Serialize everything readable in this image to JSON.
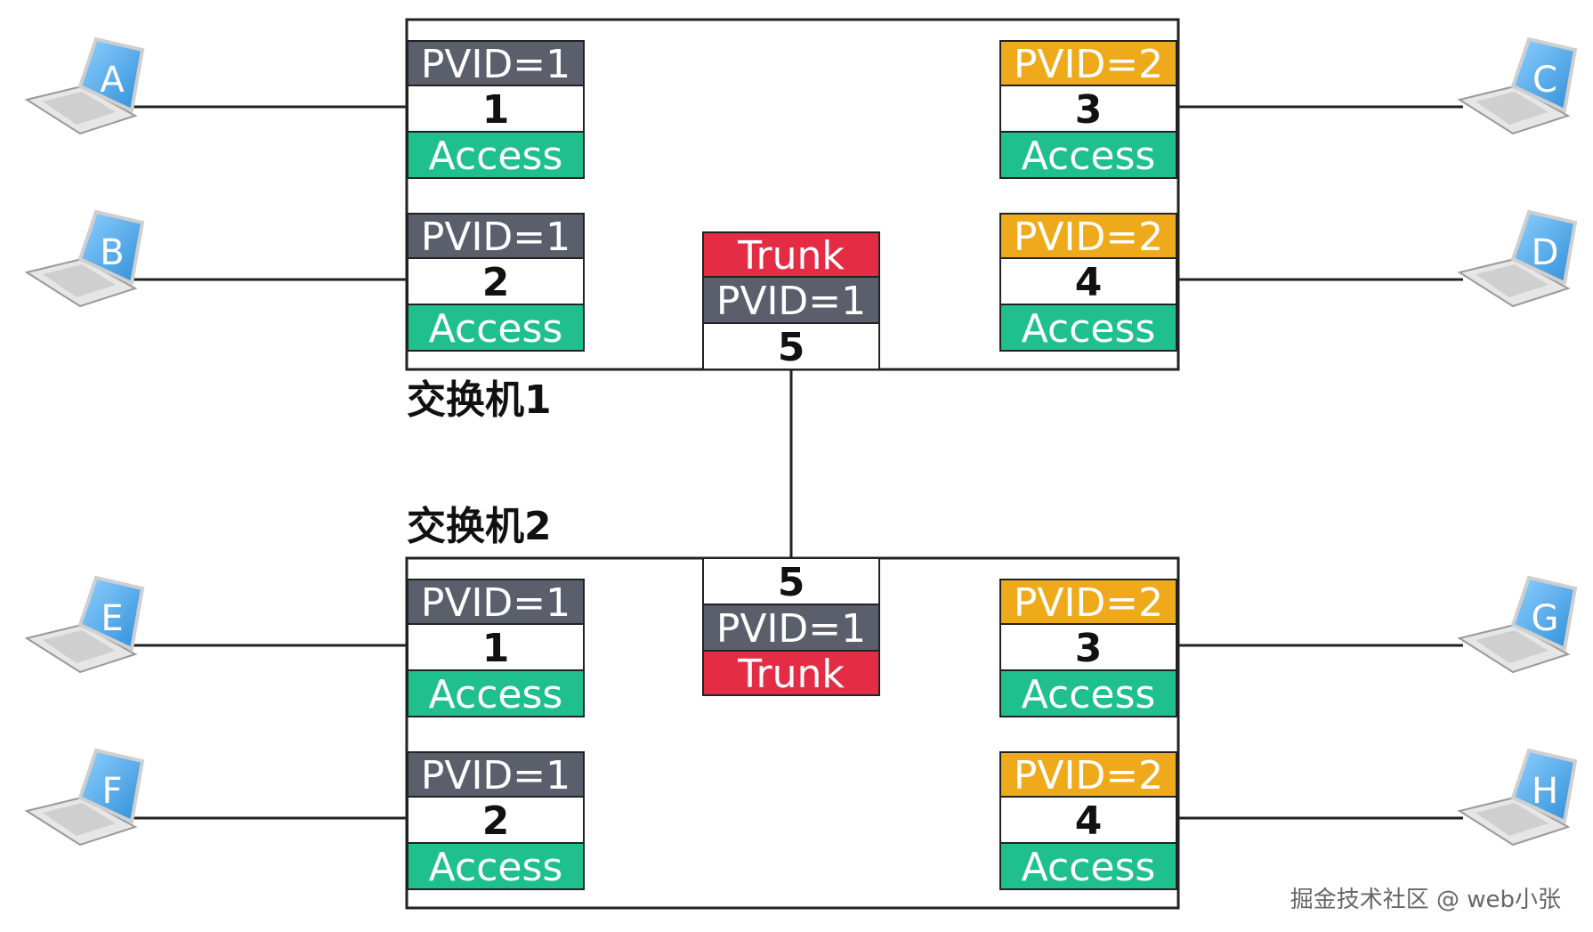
{
  "switches": [
    {
      "label": "交换机1",
      "ports": [
        {
          "pvid": "PVID=1",
          "number": "1",
          "mode": "Access",
          "vlan": 1,
          "side": "left",
          "row": "top",
          "host": "A"
        },
        {
          "pvid": "PVID=1",
          "number": "2",
          "mode": "Access",
          "vlan": 1,
          "side": "left",
          "row": "bottom",
          "host": "B"
        },
        {
          "pvid": "PVID=2",
          "number": "3",
          "mode": "Access",
          "vlan": 2,
          "side": "right",
          "row": "top",
          "host": "C"
        },
        {
          "pvid": "PVID=2",
          "number": "4",
          "mode": "Access",
          "vlan": 2,
          "side": "right",
          "row": "bottom",
          "host": "D"
        }
      ],
      "trunk": {
        "mode": "Trunk",
        "pvid": "PVID=1",
        "number": "5"
      }
    },
    {
      "label": "交换机2",
      "ports": [
        {
          "pvid": "PVID=1",
          "number": "1",
          "mode": "Access",
          "vlan": 1,
          "side": "left",
          "row": "top",
          "host": "E"
        },
        {
          "pvid": "PVID=1",
          "number": "2",
          "mode": "Access",
          "vlan": 1,
          "side": "left",
          "row": "bottom",
          "host": "F"
        },
        {
          "pvid": "PVID=2",
          "number": "3",
          "mode": "Access",
          "vlan": 2,
          "side": "right",
          "row": "top",
          "host": "G"
        },
        {
          "pvid": "PVID=2",
          "number": "4",
          "mode": "Access",
          "vlan": 2,
          "side": "right",
          "row": "bottom",
          "host": "H"
        }
      ],
      "trunk": {
        "mode": "Trunk",
        "pvid": "PVID=1",
        "number": "5"
      }
    }
  ],
  "colors": {
    "pvid1": "#5a5f6b",
    "pvid2": "#eeaa1a",
    "access": "#1fc08e",
    "trunk": "#e42d44",
    "laptop": "#3a9ee0"
  },
  "icons": {
    "host": "laptop-icon"
  },
  "watermark": "掘金技术社区 @ web小张"
}
